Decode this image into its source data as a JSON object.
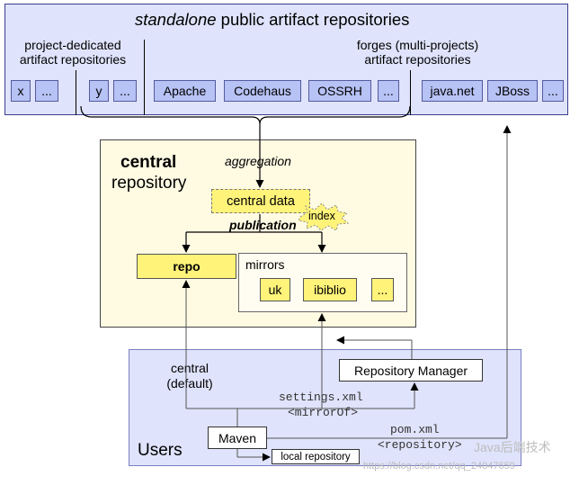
{
  "standalone": {
    "title_italic": "standalone",
    "title_rest": "public artifact repositories",
    "project_dedicated": [
      "project-dedicated",
      "artifact repositories"
    ],
    "forges": [
      "forges (multi-projects)",
      "artifact repositories"
    ],
    "boxes": [
      "x",
      "...",
      "y",
      "...",
      "Apache",
      "Codehaus",
      "OSSRH",
      "...",
      "java.net",
      "JBoss",
      "..."
    ]
  },
  "central": {
    "title": "central",
    "subtitle": "repository",
    "aggregation": "aggregation",
    "central_data": "central data",
    "index": "index",
    "publication": "publication",
    "repo": "repo",
    "mirrors": "mirrors",
    "mirror_items": [
      "uk",
      "ibiblio",
      "..."
    ]
  },
  "users": {
    "label": "Users",
    "central_default": [
      "central",
      "(default)"
    ],
    "repository_manager": "Repository Manager",
    "settings_xml": "settings.xml",
    "mirror_of": "<mirrorOf>",
    "maven": "Maven",
    "local_repository": "local repository",
    "pom_xml": "pom.xml",
    "repositories_tag": "<repository>"
  },
  "watermark": {
    "brand": "Java后端技术",
    "url": "https://blog.csdn.net/qq_24047659"
  },
  "colors": {
    "standalone_bg": "#dfe3fb",
    "repo_box": "#b7c2f5",
    "central_bg": "#fffbe3",
    "yellow": "#fff37a",
    "users_bg": "#dfe3fb"
  }
}
